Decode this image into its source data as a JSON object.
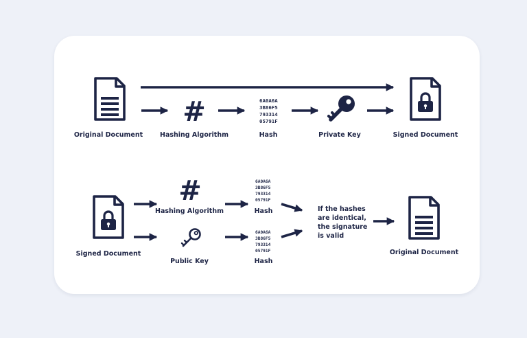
{
  "colors": {
    "page_background": "#eef1f8",
    "card": "#ffffff",
    "ink": "#1d2445"
  },
  "signing": {
    "original_document_label": "Original Document",
    "hashing_algorithm_label": "Hashing Algorithm",
    "hash_label": "Hash",
    "hash_lines": [
      "6A0A6A",
      "3B86F5",
      "793314",
      "05791F"
    ],
    "private_key_label": "Private Key",
    "signed_document_label": "Signed Document",
    "icons": [
      "document-icon",
      "hash-symbol-icon",
      "key-icon",
      "locked-document-icon"
    ]
  },
  "verification": {
    "signed_document_label": "Signed Document",
    "hashing_algorithm_label": "Hashing Algorithm",
    "hash_top_label": "Hash",
    "hash_top_lines": [
      "6A0A6A",
      "3B86F5",
      "793314",
      "05791F"
    ],
    "public_key_label": "Public Key",
    "hash_bottom_label": "Hash",
    "hash_bottom_lines": [
      "6A0A6A",
      "3B86F5",
      "793314",
      "05791F"
    ],
    "comparison_lines": [
      "If the hashes",
      "are identical,",
      "the signature",
      "is valid"
    ],
    "original_document_label": "Original Document",
    "icons": [
      "locked-document-icon",
      "hash-symbol-icon",
      "key-icon",
      "document-icon"
    ]
  }
}
